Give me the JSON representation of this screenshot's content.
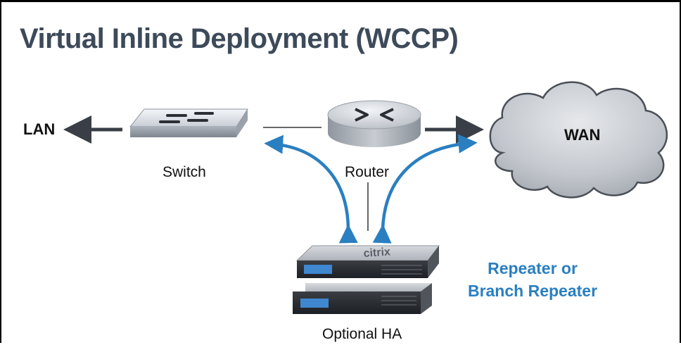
{
  "title": "Virtual Inline Deployment (WCCP)",
  "labels": {
    "lan": "LAN",
    "wan": "WAN",
    "switch": "Switch",
    "router": "Router",
    "optional_ha": "Optional HA",
    "appliance_logo": "citrix"
  },
  "repeater": {
    "line1": "Repeater or",
    "line2": "Branch Repeater"
  },
  "colors": {
    "title": "#3d4a5a",
    "accent_blue": "#2a7fc0",
    "arrow_dark": "#3a3f47",
    "cloud_gray": "#b8bcc3"
  },
  "icons": [
    "switch-icon",
    "router-icon",
    "cloud-icon",
    "appliance-icon",
    "arrow-icon"
  ]
}
